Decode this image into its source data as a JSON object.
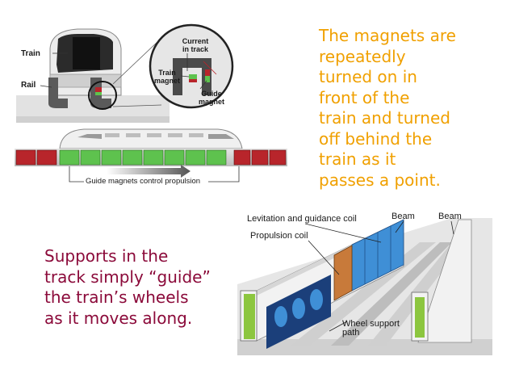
{
  "slide": {
    "right_text": "The magnets are\nrepeatedly\nturned on in\nfront of the\ntrain and turned\noff behind the\ntrain as it\npasses a point.",
    "left_text": "Supports in the\ntrack simply “guide”\nthe train’s wheels\nas it moves along.",
    "right_text_color": "#f0a000",
    "left_text_color": "#8b0a3a"
  },
  "top_diagram": {
    "train_label": "Train",
    "rail_label": "Rail",
    "current_label": "Current\nin track",
    "train_magnet_label": "Train\nmagnet",
    "guide_magnet_label": "Guide\nmagnet",
    "propulsion_caption": "Guide magnets control propulsion"
  },
  "bottom_diagram": {
    "levitation_label": "Levitation and guidance coil",
    "beam_label_1": "Beam",
    "beam_label_2": "Beam",
    "propulsion_coil_label": "Propulsion coil",
    "wheel_support_label": "Wheel support\npath"
  },
  "colors": {
    "magnet_on": "#5ec24e",
    "magnet_off": "#b8252b",
    "coil_blue": "#3f8fd6",
    "beam_green": "#8cc63f"
  }
}
